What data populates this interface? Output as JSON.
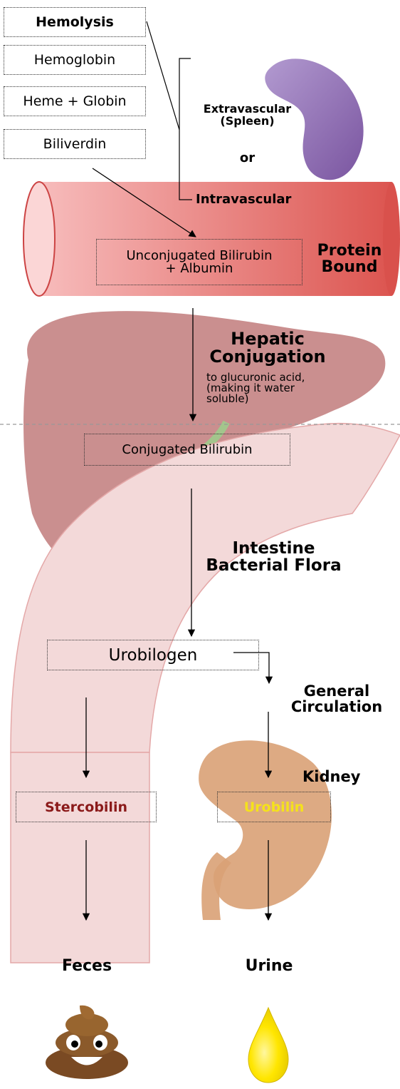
{
  "steps": {
    "hemolysis": "Hemolysis",
    "hemoglobin": "Hemoglobin",
    "heme_globin": "Heme + Globin",
    "biliverdin": "Biliverdin"
  },
  "routes": {
    "extravascular": "Extravascular\n(Spleen)",
    "or": "or",
    "intravascular": "Intravascular"
  },
  "blood": {
    "unconjugated": "Unconjugated Bilirubin\n+ Albumin",
    "protein_bound": "Protein\nBound"
  },
  "liver": {
    "heading": "Hepatic\nConjugation",
    "detail": "to glucuronic acid,\n(making it water\nsoluble)",
    "conjugated": "Conjugated Bilirubin"
  },
  "intestine": {
    "heading": "Intestine\nBacterial Flora",
    "urobilogen": "Urobilogen"
  },
  "circulation": {
    "general": "General\nCirculation",
    "kidney": "Kidney"
  },
  "products": {
    "stercobilin": "Stercobilin",
    "urobilin": "Urobilin",
    "feces": "Feces",
    "urine": "Urine"
  },
  "colors": {
    "stercobilin": "#8b1a1a",
    "urobilin": "#f5e21b",
    "vessel": "#e06a62",
    "liver": "#b86a6a",
    "intestine": "#f3d9d9",
    "kidney": "#d9a176",
    "spleen": "#8d6bb0"
  },
  "icons": [
    "spleen-icon",
    "poop-icon",
    "urine-drop-icon"
  ]
}
